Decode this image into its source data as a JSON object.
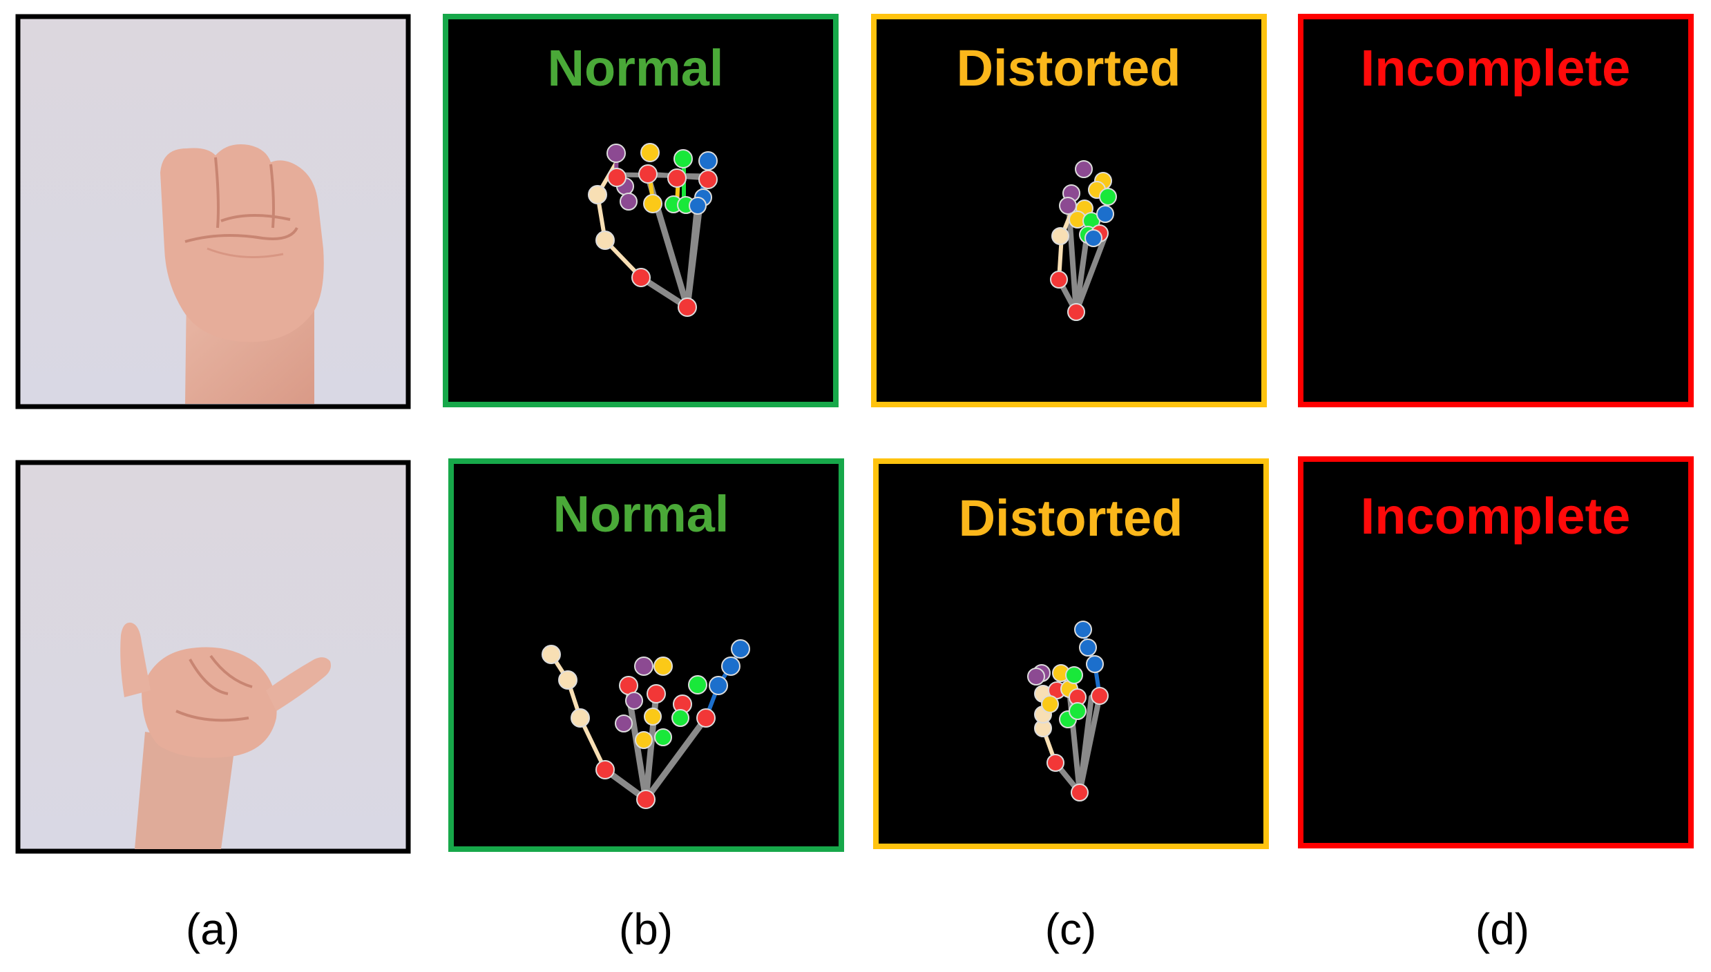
{
  "colors": {
    "photo_border": "#000000",
    "normal": "#4aa938",
    "normal_border": "#17a84a",
    "distorted": "#fbb71b",
    "distorted_border": "#ffc30f",
    "incomplete": "#ff0a0a",
    "incomplete_border": "#ff0000",
    "panel_bg": "#000000",
    "skeleton_gray": "#8a8a8a",
    "thumb": "#f8dfb4",
    "index": "#8c4a92",
    "middle": "#fbc918",
    "ring": "#19e83a",
    "pinky": "#1c6fcc",
    "palm": "#f23737"
  },
  "icons": {
    "photo_fist": "hand-fist-photo",
    "photo_shaka": "hand-shaka-photo"
  },
  "rows": [
    {
      "photo": {
        "gesture": "fist"
      },
      "normal": {
        "label": "Normal"
      },
      "distorted": {
        "label": "Distorted"
      },
      "incomplete": {
        "label": "Incomplete"
      }
    },
    {
      "photo": {
        "gesture": "shaka"
      },
      "normal": {
        "label": "Normal"
      },
      "distorted": {
        "label": "Distorted"
      },
      "incomplete": {
        "label": "Incomplete"
      }
    }
  ],
  "column_labels": [
    "(a)",
    "(b)",
    "(c)",
    "(d)"
  ]
}
